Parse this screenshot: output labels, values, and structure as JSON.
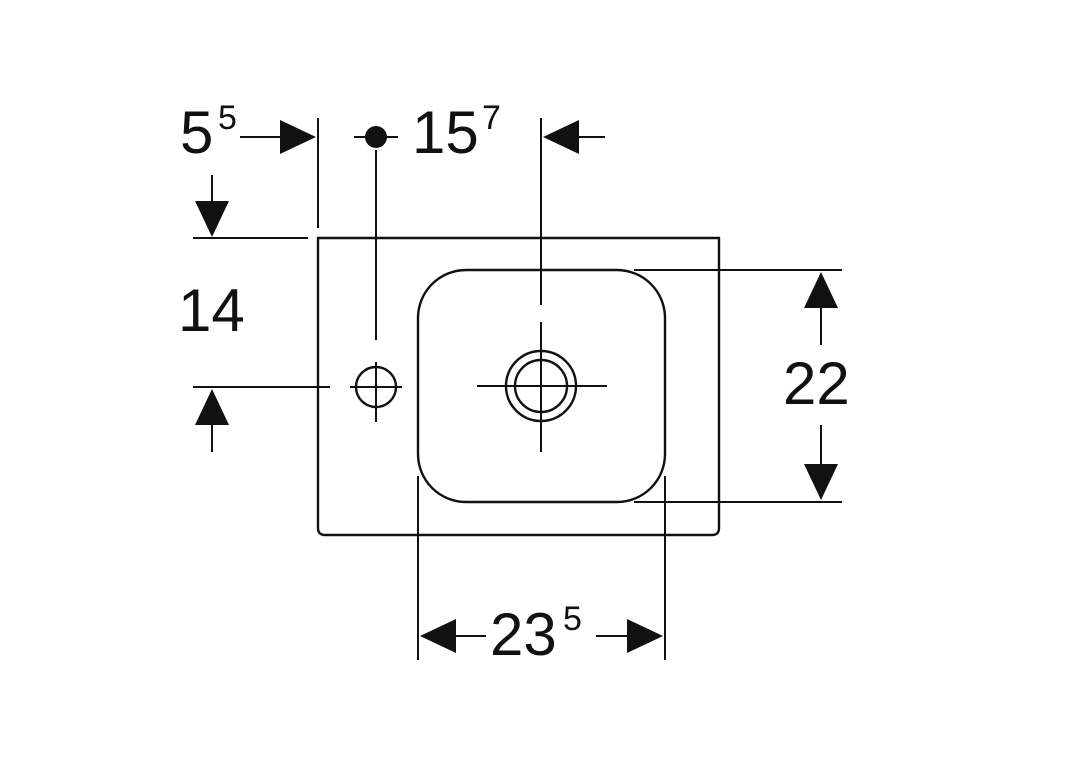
{
  "dimensions": {
    "left_offset": {
      "base": "5",
      "sup": "5"
    },
    "drain_offset": {
      "base": "15",
      "sup": "7"
    },
    "tap_depth": {
      "base": "14"
    },
    "bowl_depth": {
      "base": "22"
    },
    "bowl_width": {
      "base": "23",
      "sup": "5"
    }
  },
  "colors": {
    "line": "#111111",
    "background": "#ffffff"
  }
}
